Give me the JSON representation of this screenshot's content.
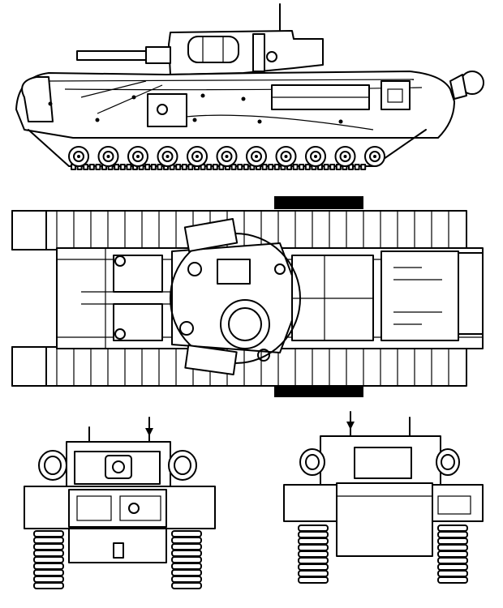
{
  "figure": {
    "views": [
      "side-view",
      "top-view",
      "front-view",
      "rear-view"
    ]
  },
  "colors": {
    "ink": "#000000",
    "paper": "#ffffff"
  },
  "side_view": {
    "road_wheels": 11,
    "hatch_count": 1
  },
  "top_view": {
    "track_bars": 24
  },
  "front_view": {
    "track_links": 9
  },
  "rear_view": {
    "track_links": 9
  }
}
